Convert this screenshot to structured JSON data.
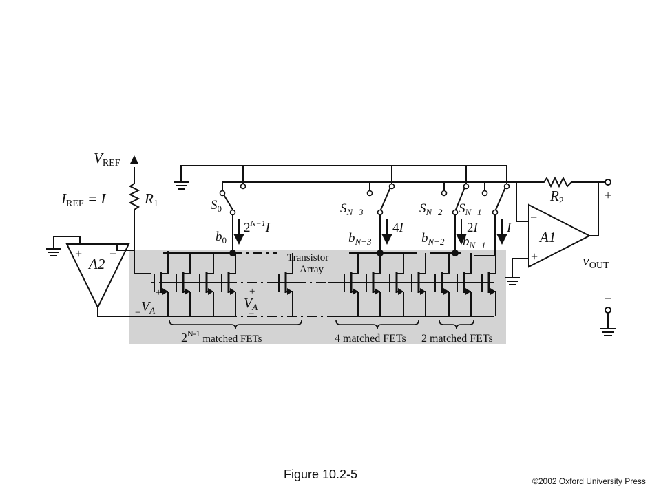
{
  "figure": {
    "caption": "Figure 10.2-5",
    "copyright": "©2002 Oxford University Press"
  },
  "labels": {
    "vref_main": "V",
    "vref_sub": "REF",
    "iref_main": "I",
    "iref_sub": "REF",
    "iref_rest": " = I",
    "r1_main": "R",
    "r1_sub": "1",
    "r2_main": "R",
    "r2_sub": "2",
    "a1": "A1",
    "a2": "A2",
    "vout_main": "v",
    "vout_sub": "OUT",
    "plus": "+",
    "minus": "−",
    "transistor_array_line1": "Transistor",
    "transistor_array_line2": "Array",
    "va": "V",
    "va_sub": "A",
    "s0": "S",
    "s0_sub": "0",
    "sn3": "S",
    "sn3_sub": "N−3",
    "sn2": "S",
    "sn2_sub": "N−2",
    "sn1": "S",
    "sn1_sub": "N−1",
    "b0": "b",
    "b0_sub": "0",
    "bn3": "b",
    "bn3_sub": "N−3",
    "bn2": "b",
    "bn2_sub": "N−2",
    "bn1": "b",
    "bn1_sub": "N−1",
    "i_b0_a": "2",
    "i_b0_sup": "N−1",
    "i_b0_b": "I",
    "i_bn3_a": "4",
    "i_bn3_b": "I",
    "i_bn2_a": "2",
    "i_bn2_b": "I",
    "i_bn1": "I",
    "group1_a": "2",
    "group1_sup": "N-1",
    "group1_b": " matched FETs",
    "group2": "4 matched FETs",
    "group3": "2 matched FETs"
  }
}
